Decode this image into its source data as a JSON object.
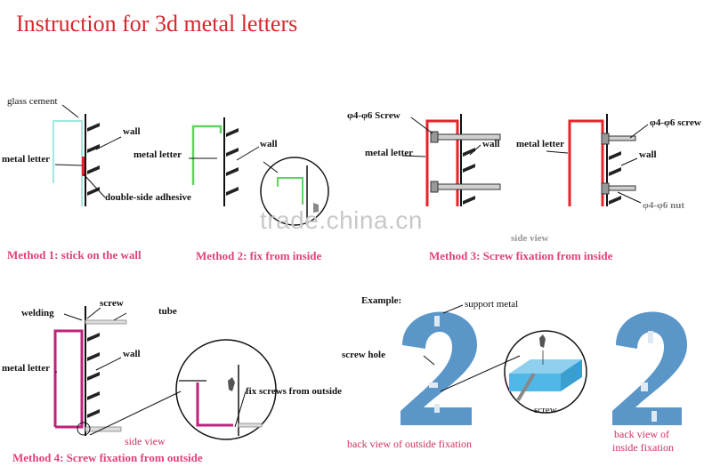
{
  "title": "Instruction for 3d metal letters",
  "watermark": "trade.china.cn",
  "method1": {
    "heading": "Method 1: stick on the wall",
    "glass_cement": "glass cement",
    "wall": "wall",
    "metal_letter": "metal letter",
    "adhesive": "double-side adhesive"
  },
  "method2": {
    "heading": "Method 2: fix from inside",
    "wall": "wall",
    "metal_letter": "metal letter"
  },
  "method3": {
    "heading": "Method 3: Screw fixation from inside",
    "screw_left": "φ4-φ6 Screw",
    "wall_left": "wall",
    "metal_letter_left": "metal letter",
    "metal_letter_right": "metal letter",
    "screw_right": "φ4-φ6 screw",
    "wall_right": "wall",
    "nut": "φ4-φ6 nut",
    "side_view_faded": "side view"
  },
  "method4": {
    "heading": "Method 4: Screw fixation from outside",
    "welding": "welding",
    "screw": "screw",
    "tube": "tube",
    "wall": "wall",
    "metal_letter": "metal letter",
    "fix_screws": "fix screws from outside",
    "side_view": "side view"
  },
  "example": {
    "label": "Example:",
    "support_metal": "support metal",
    "screw_hole": "screw hole",
    "screw": "screw",
    "back_outside": "back view of outside fixation",
    "back_inside_1": "back view of",
    "back_inside_2": "inside fixation",
    "digit_left": "2",
    "digit_right": "2"
  },
  "colors": {
    "title": "#d8262c",
    "method": "#e0407a",
    "cyan_letter": "#9ee8e0",
    "green_letter": "#5fd35f",
    "red_letter": "#e8222a",
    "magenta_letter": "#c0207a",
    "blue_digit": "#5b96c8"
  }
}
